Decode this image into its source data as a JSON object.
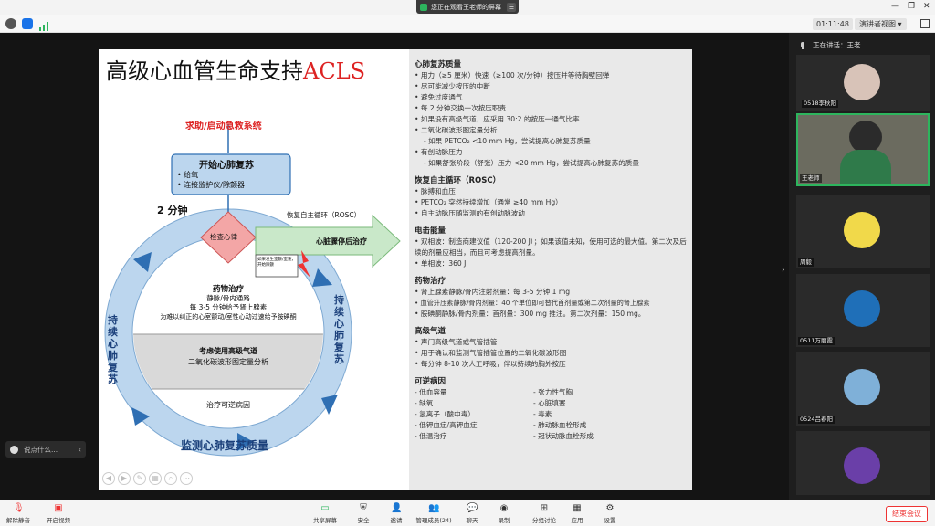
{
  "share_banner": "您正在观看王老师的屏幕",
  "status": {
    "timer": "01:11:48",
    "view": "演讲者视图 ▾"
  },
  "slide": {
    "title_main": "高级心血管生命支持",
    "title_acls": "ACLS",
    "diagram": {
      "call_help": "求助/启动急救系统",
      "start_cpr_title": "开始心肺复苏",
      "start_cpr_items": [
        "• 给氧",
        "• 连接监护仪/除颤器"
      ],
      "two_min": "2 分钟",
      "check_rhythm": "检查心律",
      "rosc": "恢复自主循环（ROSC）",
      "post_arrest": "心脏骤停后治疗",
      "shock_note": "如果发生室颤/室速，开始除颤",
      "drug_title": "药物治疗",
      "drug_lines": [
        "静脉/骨内通路",
        "每 3-5 分钟给予肾上腺素",
        "为难以纠正的心室颤动/室性心动过速给予胺碘酮"
      ],
      "airway_lines": [
        "考虑使用高级气道",
        "二氧化碳波形图定量分析"
      ],
      "reversible": "治疗可逆病因",
      "ring_left": "持续心肺复苏",
      "ring_right": "持续心肺复苏",
      "ring_bottom": "监测心肺复苏质量"
    },
    "right": {
      "cpr_quality": {
        "h": "心肺复苏质量",
        "items": [
          "• 用力（≥5 厘米）快速（≥100 次/分钟）按压并等待胸壁回弹",
          "• 尽可能减少按压的中断",
          "• 避免过度通气",
          "• 每 2 分钟交换一次按压职责",
          "• 如果没有高级气道，应采用 30:2 的按压一通气比率",
          "• 二氧化碳波形图定量分析",
          "  - 如果 PETCO₂ <10 mm Hg，尝试提高心肺复苏质量",
          "• 有创动脉压力",
          "  - 如果舒张阶段（舒张）压力 <20 mm Hg，尝试提高心肺复苏的质量"
        ]
      },
      "rosc": {
        "h": "恢复自主循环（ROSC）",
        "items": [
          "• 脉搏和血压",
          "• PETCO₂ 突然持续增加（通常 ≥40 mm Hg）",
          "• 自主动脉压随监测的有创动脉波动"
        ]
      },
      "shock": {
        "h": "电击能量",
        "items": [
          "• 双相波：制造商建议值（120-200 J）；如果该值未知，使用可选的最大值。第二次及后续的剂量应相当，而且可考虑提高剂量。",
          "• 单相波：360 J"
        ]
      },
      "drugs": {
        "h": "药物治疗",
        "items": [
          "• 肾上腺素静脉/骨内注射剂量：每 3-5 分钟 1 mg",
          "• 血管升压素静脉/骨内剂量：40 个单位即可替代首剂量或第二次剂量的肾上腺素",
          "• 胺碘酮静脉/骨内剂量：首剂量：300 mg 推注。第二次剂量：150 mg。"
        ]
      },
      "airway": {
        "h": "高级气道",
        "items": [
          "• 声门高级气道或气管插管",
          "• 用于确认和监测气管插管位置的二氧化碳波形图",
          "• 每分钟 8-10 次人工呼吸，伴以持续的胸外按压"
        ]
      },
      "causes": {
        "h": "可逆病因",
        "left": [
          "- 低血容量",
          "- 缺氧",
          "- 氢离子（酸中毒）",
          "- 低钾血症/高钾血症",
          "- 低温治疗"
        ],
        "right": [
          "- 张力性气胸",
          "- 心脏填塞",
          "- 毒素",
          "- 肺动脉血栓形成",
          "- 冠状动脉血栓形成"
        ]
      }
    }
  },
  "chat": {
    "placeholder": "说点什么..."
  },
  "panel": {
    "speaking": "正在讲话：王老",
    "tiles": [
      "",
      "0518李秋阳",
      "王老师",
      "周毅",
      "0511万丽霞",
      "0524吕春阳",
      ""
    ]
  },
  "toolbar": {
    "mute": "解除静音",
    "video": "开启视频",
    "share": "共享屏幕",
    "security": "安全",
    "invite": "邀请",
    "members": "管理成员(24)",
    "chat": "聊天",
    "record": "录制",
    "breakout": "分组讨论",
    "apps": "应用",
    "settings": "设置",
    "end": "结束会议"
  }
}
